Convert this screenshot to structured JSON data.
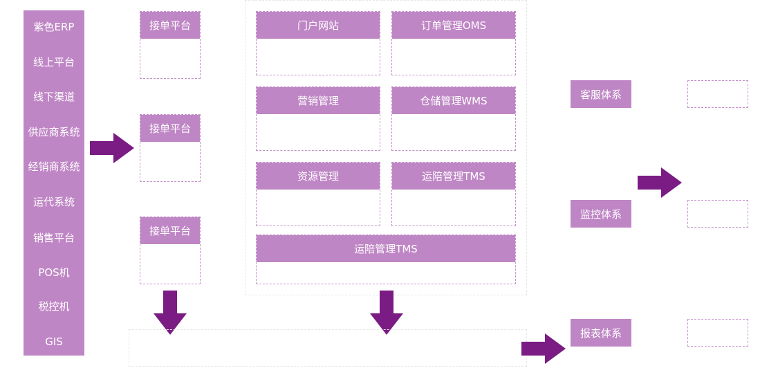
{
  "source_systems": [
    "紫色ERP",
    "线上平台",
    "线下渠道",
    "供应商系统",
    "经销商系统",
    "运代系统",
    "销售平台",
    "POS机",
    "税控机",
    "GIS"
  ],
  "order_platforms": [
    "接单平台",
    "接单平台",
    "接单平台"
  ],
  "core_modules": {
    "portal": "门户网站",
    "oms": "订单管理OMS",
    "marketing": "营销管理",
    "wms": "仓储管理WMS",
    "resource": "资源管理",
    "tms": "运陪管理TMS",
    "tms_wide": "运陪管理TMS"
  },
  "right_systems": {
    "customer_service": "客服体系",
    "monitoring": "监控体系",
    "reporting": "报表体系"
  },
  "colors": {
    "accent": "#bf86c5",
    "arrow": "#7b1b84",
    "dashed_border": "#c48fcb"
  }
}
